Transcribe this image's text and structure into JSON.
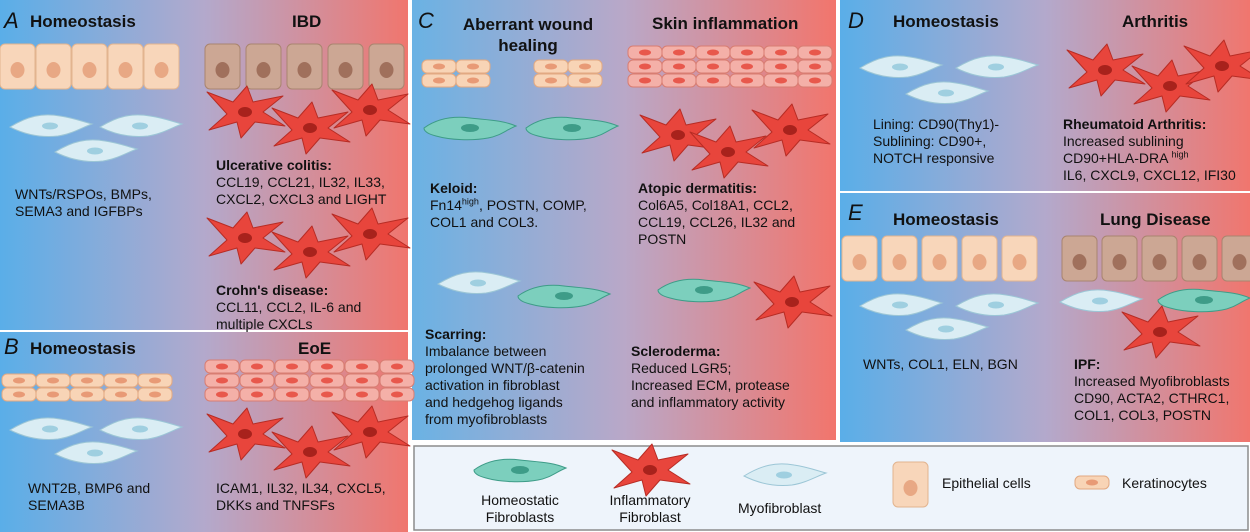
{
  "panel_a": {
    "letter": "A",
    "left_title": "Homeostasis",
    "right_title": "IBD",
    "left_text": [
      "WNTs/RSPOs, BMPs,",
      "SEMA3 and IGFBPs"
    ],
    "uc_title": "Ulcerative colitis:",
    "uc_text": [
      "CCL19, CCL21, IL32, IL33,",
      "CXCL2, CXCL3 and LIGHT"
    ],
    "cd_title": "Crohn's disease:",
    "cd_text": [
      "CCL11, CCL2, IL-6 and",
      "multiple CXCLs"
    ]
  },
  "panel_b": {
    "letter": "B",
    "left_title": "Homeostasis",
    "right_title": "EoE",
    "left_text": [
      "WNT2B, BMP6 and",
      "SEMA3B"
    ],
    "right_text": [
      "ICAM1, IL32, IL34, CXCL5,",
      "DKKs and TNFSFs"
    ]
  },
  "panel_c": {
    "letter": "C",
    "left_title": [
      "Aberrant wound",
      "healing"
    ],
    "right_title": "Skin inflammation",
    "keloid_title": "Keloid:",
    "keloid_line1_pre": "Fn14",
    "keloid_line1_sup": "high",
    "keloid_line1_post": ", POSTN, COMP,",
    "keloid_line2": "COL1 and COL3.",
    "ad_title": "Atopic dermatitis:",
    "ad_text": [
      "Col6A5, Col18A1, CCL2,",
      "CCL19, CCL26, IL32 and",
      "POSTN"
    ],
    "scar_title": "Scarring:",
    "scar_text": [
      "Imbalance between",
      "prolonged WNT/β-catenin",
      "activation in fibroblast",
      "and hedgehog ligands",
      "from myofibroblasts"
    ],
    "scl_title": "Scleroderma:",
    "scl_text": [
      "Reduced LGR5;",
      "Increased ECM,  protease",
      "and inflammatory activity"
    ]
  },
  "panel_d": {
    "letter": "D",
    "left_title": "Homeostasis",
    "right_title": "Arthritis",
    "left_text": [
      "Lining: CD90(Thy1)-",
      "Sublining: CD90+,",
      "NOTCH responsive"
    ],
    "ra_title": "Rheumatoid Arthritis:",
    "ra_line1": "Increased sublining",
    "ra_line2_pre": "CD90+HLA-DRA",
    "ra_line2_sup": "high",
    "ra_line3": "IL6, CXCL9, CXCL12, IFI30"
  },
  "panel_e": {
    "letter": "E",
    "left_title": "Homeostasis",
    "right_title": "Lung Disease",
    "left_text": "WNTs, COL1, ELN, BGN",
    "ipf_title": "IPF:",
    "ipf_text": [
      "Increased Myofibroblasts",
      "CD90, ACTA2, CTHRC1,",
      "COL1, COL3, POSTN"
    ]
  },
  "legend": {
    "homeostatic": [
      "Homeostatic",
      "Fibroblasts"
    ],
    "inflammatory": [
      "Inflammatory",
      "Fibroblast"
    ],
    "myofibroblast": "Myofibroblast",
    "epithelial": "Epithelial cells",
    "keratinocytes": "Keratinocytes"
  },
  "colors": {
    "blue_side": "#5aaee8",
    "red_side": "#f0766e",
    "homeostatic_fibroblast": "#6fc8b4",
    "inflammatory_fibroblast": "#e8453c",
    "myofibroblast": "#d8ecf3",
    "epithelial": "#f7d4b8",
    "epithelial_diseased": "#c9a490",
    "keratinocyte": "#f6c7a4"
  }
}
